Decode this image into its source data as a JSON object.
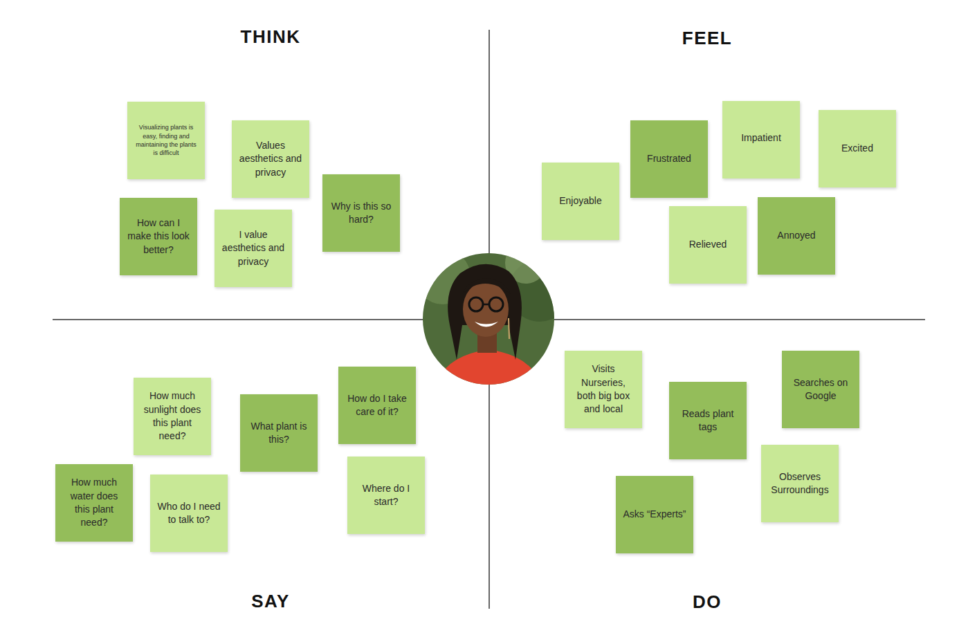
{
  "diagram": {
    "nodes": [
      {
        "text": [
          "Visualizing plants is easy, finding and maintaining the plants is difficult"
        ]
      },
      {
        "text": [
          "Values aesthetics and privacy"
        ]
      },
      {
        "text": [
          "How can I make this look better?"
        ]
      },
      {
        "text": [
          "I value aesthetics and privacy"
        ]
      },
      {
        "text": [
          "Why is this so hard?"
        ]
      },
      {
        "text": [
          "Enjoyable"
        ]
      },
      {
        "text": [
          "Frustrated"
        ]
      },
      {
        "text": [
          "Impatient"
        ]
      },
      {
        "text": [
          "Excited"
        ]
      },
      {
        "text": [
          "Relieved"
        ]
      },
      {
        "text": [
          "Annoyed"
        ]
      },
      {
        "text": [
          "How much sunlight does this plant need?"
        ]
      },
      {
        "text": [
          "What plant is this?"
        ]
      },
      {
        "text": [
          "How do I take care of it?"
        ]
      },
      {
        "text": [
          "How much water does this plant need?"
        ]
      },
      {
        "text": [
          "Who do I need to talk to?"
        ]
      },
      {
        "text": [
          "Where do I start?"
        ]
      },
      {
        "text": [
          "Visits Nurseries, both big box and local"
        ]
      },
      {
        "text": [
          "Reads plant tags"
        ]
      },
      {
        "text": [
          "Searches on Google"
        ]
      },
      {
        "text": [
          "Asks “Experts”"
        ]
      },
      {
        "text": [
          "Observes Surroundings"
        ]
      }
    ],
    "labels": [
      "THINK",
      "FEEL",
      "SAY",
      "DO"
    ]
  }
}
